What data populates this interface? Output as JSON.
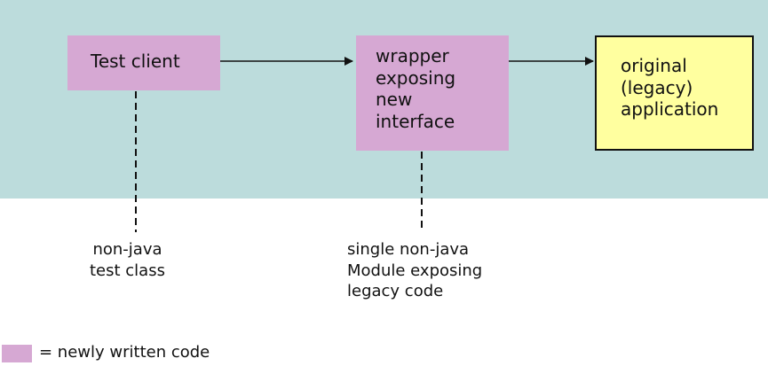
{
  "boxes": {
    "test_client": {
      "lines": [
        "Test client"
      ]
    },
    "wrapper": {
      "lines": [
        "wrapper",
        "exposing",
        "new",
        "interface"
      ]
    },
    "legacy": {
      "lines": [
        "original",
        "(legacy)",
        "application"
      ]
    }
  },
  "captions": {
    "test_client": [
      "non-java",
      "test class"
    ],
    "wrapper": [
      "single non-java",
      "Module exposing",
      "legacy code"
    ]
  },
  "legend": {
    "text": "= newly written code"
  },
  "colors": {
    "band": "#bcdcdc",
    "new_code": "#d6a8d3",
    "legacy_box": "#ffff9f",
    "line": "#111111"
  }
}
